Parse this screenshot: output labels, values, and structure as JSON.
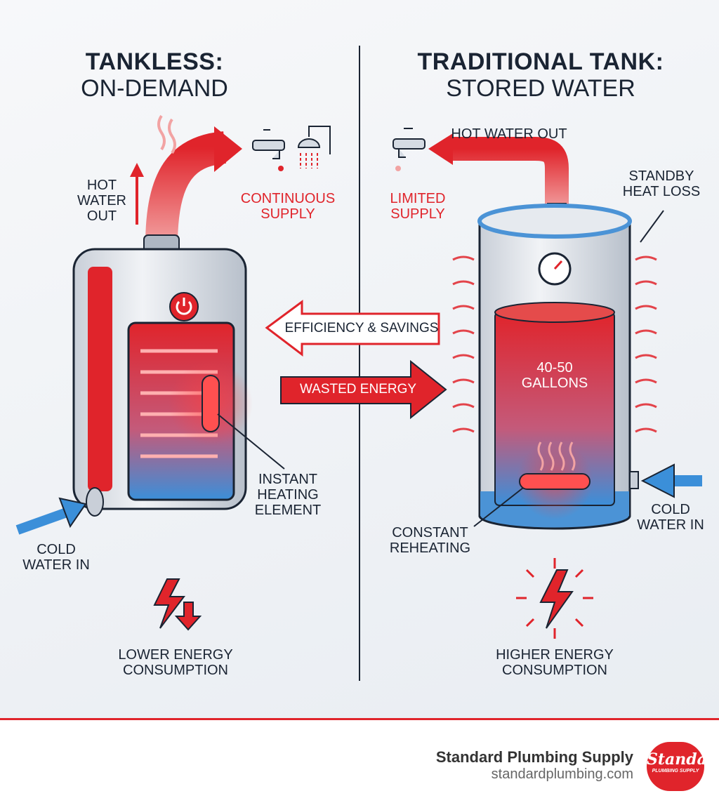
{
  "left": {
    "title": "TANKLESS:",
    "subtitle": "ON-DEMAND",
    "hot_water_out": [
      "HOT",
      "WATER",
      "OUT"
    ],
    "continuous_supply": [
      "CONTINUOUS",
      "SUPPLY"
    ],
    "instant_heating": [
      "INSTANT",
      "HEATING",
      "ELEMENT"
    ],
    "cold_water_in": [
      "COLD",
      "WATER IN"
    ],
    "energy": [
      "LOWER ENERGY",
      "CONSUMPTION"
    ]
  },
  "right": {
    "title": "TRADITIONAL TANK:",
    "subtitle": "STORED WATER",
    "hot_water_out": "HOT WATER OUT",
    "limited_supply": [
      "LIMITED",
      "SUPPLY"
    ],
    "standby": [
      "STANDBY",
      "HEAT LOSS"
    ],
    "capacity": [
      "40-50",
      "GALLONS"
    ],
    "constant_reheating": [
      "CONSTANT",
      "REHEATING"
    ],
    "cold_water_in": [
      "COLD",
      "WATER IN"
    ],
    "energy": [
      "HIGHER ENERGY",
      "CONSUMPTION"
    ]
  },
  "middle": {
    "efficiency": "EFFICIENCY & SAVINGS",
    "wasted": "WASTED ENERGY"
  },
  "footer": {
    "brand": "Standard Plumbing Supply",
    "url": "standardplumbing.com",
    "logo_text": "Standard",
    "logo_sub": "PLUMBING SUPPLY"
  },
  "colors": {
    "accent": "#e0242b",
    "cold": "#3b8fd9",
    "text": "#1a2433"
  }
}
